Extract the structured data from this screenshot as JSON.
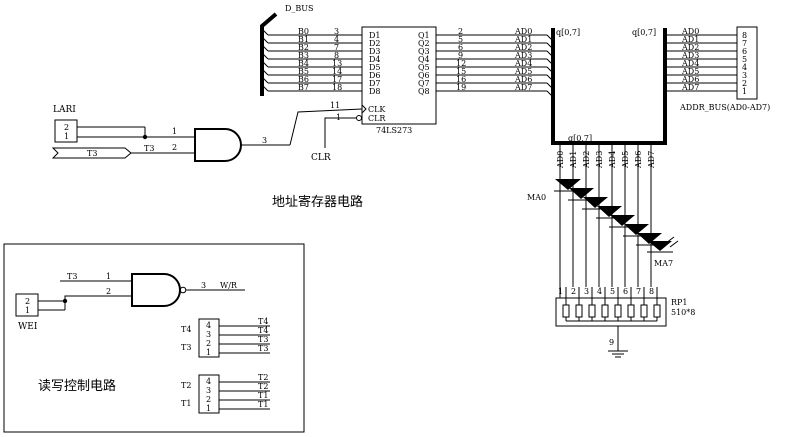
{
  "labels": {
    "d_bus": "D_BUS",
    "chip_name": "74LS273",
    "lari": "LARI",
    "t3_in": "T3",
    "clr": "CLR",
    "addr_reg_title": "地址寄存器电路",
    "bus_range_a": "q[0,7]",
    "bus_range_b": "q[0,7]",
    "bus_range_c": "q[0,7]",
    "addr_bus": "ADDR_BUS(AD0-AD7)",
    "ma0": "MA0",
    "ma7": "MA7",
    "rp1": "RP1",
    "rp1_val": "510*8",
    "gnd_pin": "9",
    "wei": "WEI",
    "wr": "W/R",
    "rw_title": "读写控制电路"
  },
  "chip": {
    "d_pins": [
      "D1",
      "D2",
      "D3",
      "D4",
      "D5",
      "D6",
      "D7",
      "D8"
    ],
    "q_pins": [
      "Q1",
      "Q2",
      "Q3",
      "Q4",
      "Q5",
      "Q6",
      "Q7",
      "Q8"
    ],
    "clk": "CLK",
    "clr": "CLR",
    "clk_num": "11",
    "clr_num": "1"
  },
  "inputs": [
    "B0",
    "B1",
    "B2",
    "B3",
    "B4",
    "B5",
    "B6",
    "B7"
  ],
  "d_nums": [
    "3",
    "4",
    "7",
    "8",
    "13",
    "14",
    "17",
    "18"
  ],
  "q_nums": [
    "2",
    "5",
    "6",
    "9",
    "12",
    "15",
    "16",
    "19"
  ],
  "addr_lines": [
    "AD0",
    "AD1",
    "AD2",
    "AD3",
    "AD4",
    "AD5",
    "AD6",
    "AD7"
  ],
  "right_connector": {
    "nums": [
      "8",
      "7",
      "6",
      "5",
      "4",
      "3",
      "2",
      "1"
    ]
  },
  "led_labels": [
    "AD0",
    "AD1",
    "AD2",
    "AD3",
    "AD4",
    "AD5",
    "AD6",
    "AD7"
  ],
  "rp_pins": [
    "1",
    "2",
    "3",
    "4",
    "5",
    "6",
    "7",
    "8"
  ],
  "gate1": {
    "in1": "1",
    "in2": "2",
    "out": "3"
  },
  "gate2": {
    "in1": "1",
    "in2": "2",
    "out": "3"
  },
  "lari_conn": [
    "2",
    "1"
  ],
  "wei_conn": [
    "2",
    "1"
  ],
  "rw_t3": "T3",
  "conn_t4t3": {
    "nums": [
      "4",
      "3",
      "2",
      "1"
    ],
    "left": [
      "T4",
      "T3"
    ],
    "right": [
      "T4",
      "T4",
      "T3",
      "T3"
    ]
  },
  "conn_t2t1": {
    "nums": [
      "4",
      "3",
      "2",
      "1"
    ],
    "left": [
      "T2",
      "T1"
    ],
    "right": [
      "T2",
      "T2",
      "T1",
      "T1"
    ]
  }
}
